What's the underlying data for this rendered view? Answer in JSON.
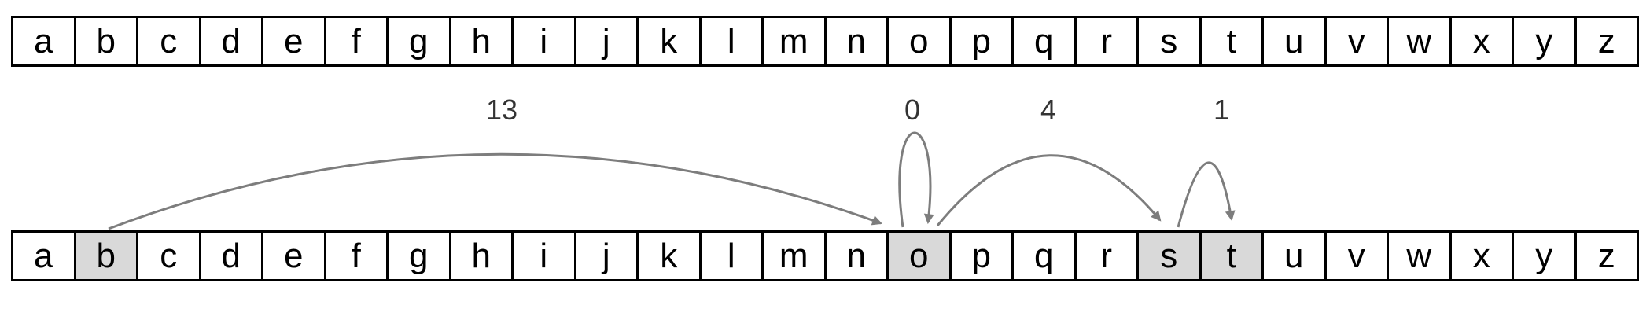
{
  "top_row": {
    "letters": [
      "a",
      "b",
      "c",
      "d",
      "e",
      "f",
      "g",
      "h",
      "i",
      "j",
      "k",
      "l",
      "m",
      "n",
      "o",
      "p",
      "q",
      "r",
      "s",
      "t",
      "u",
      "v",
      "w",
      "x",
      "y",
      "z"
    ]
  },
  "bottom_row": {
    "letters": [
      "a",
      "b",
      "c",
      "d",
      "e",
      "f",
      "g",
      "h",
      "i",
      "j",
      "k",
      "l",
      "m",
      "n",
      "o",
      "p",
      "q",
      "r",
      "s",
      "t",
      "u",
      "v",
      "w",
      "x",
      "y",
      "z"
    ],
    "highlighted_letters": [
      "b",
      "o",
      "s",
      "t"
    ]
  },
  "arrows": [
    {
      "label": "13",
      "from": "b",
      "to": "o"
    },
    {
      "label": "0",
      "from": "o",
      "to": "o"
    },
    {
      "label": "4",
      "from": "o",
      "to": "s"
    },
    {
      "label": "1",
      "from": "s",
      "to": "t"
    }
  ],
  "colors": {
    "highlight": "#d9d9d9",
    "arrow": "#7d7d7d",
    "label": "#333333",
    "border": "#000000"
  }
}
